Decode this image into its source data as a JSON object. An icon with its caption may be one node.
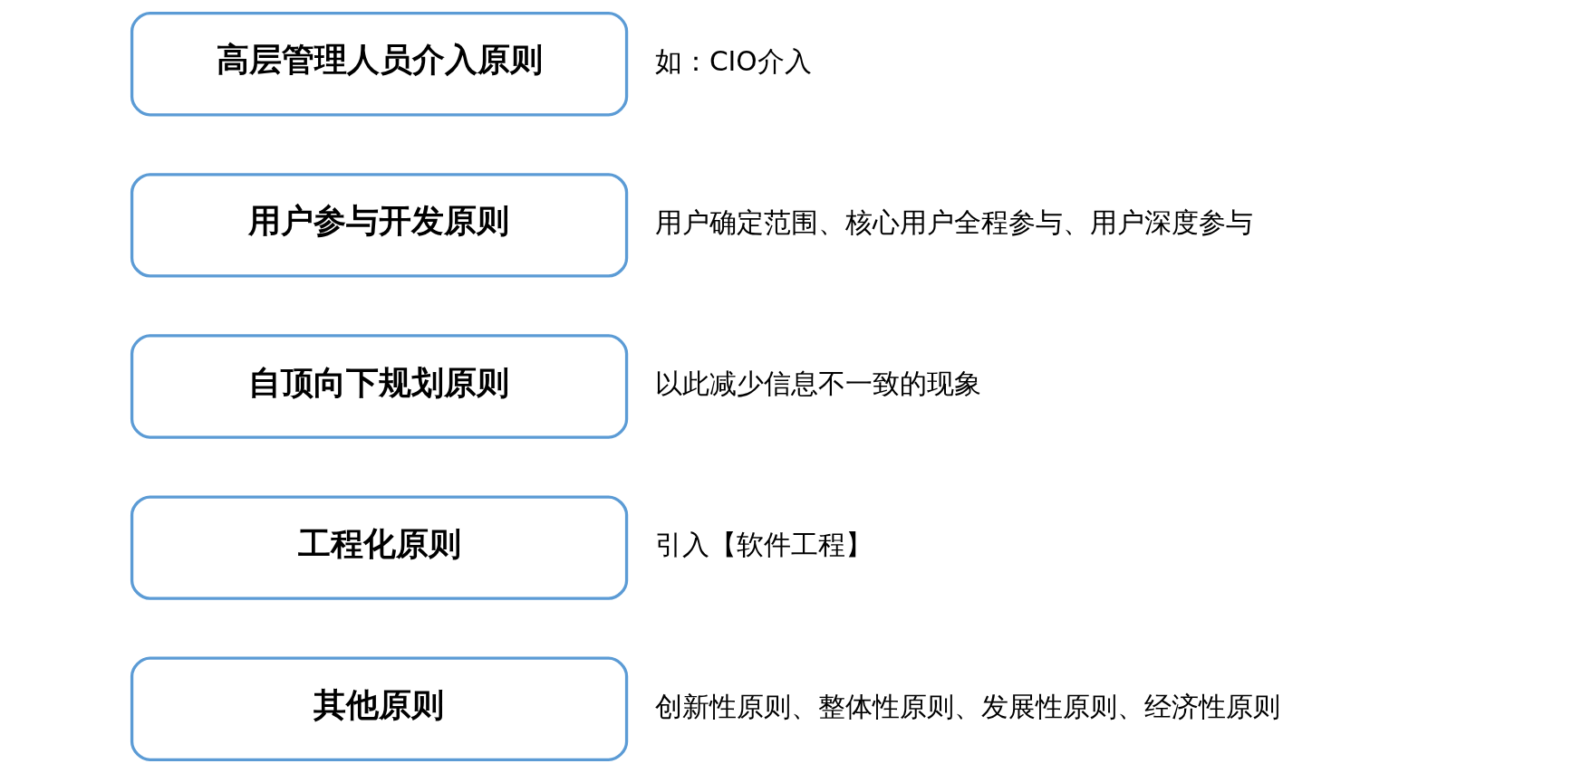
{
  "diagram": {
    "nodes": [
      {
        "text": [
          "高层管理人员介入原则"
        ],
        "beside": [
          "如：CIO介入"
        ]
      },
      {
        "text": [
          "用户参与开发原则"
        ],
        "beside": [
          "用户确定范围、核心用户全程参与、用户深度参与"
        ]
      },
      {
        "text": [
          "自顶向下规划原则"
        ],
        "beside": [
          "以此减少信息不一致的现象"
        ]
      },
      {
        "text": [
          "工程化原则"
        ],
        "beside": [
          "引入【软件工程】"
        ]
      },
      {
        "text": [
          "其他原则"
        ],
        "beside": [
          "创新性原则、整体性原则、发展性原则、经济性原则"
        ]
      }
    ],
    "edges": []
  }
}
